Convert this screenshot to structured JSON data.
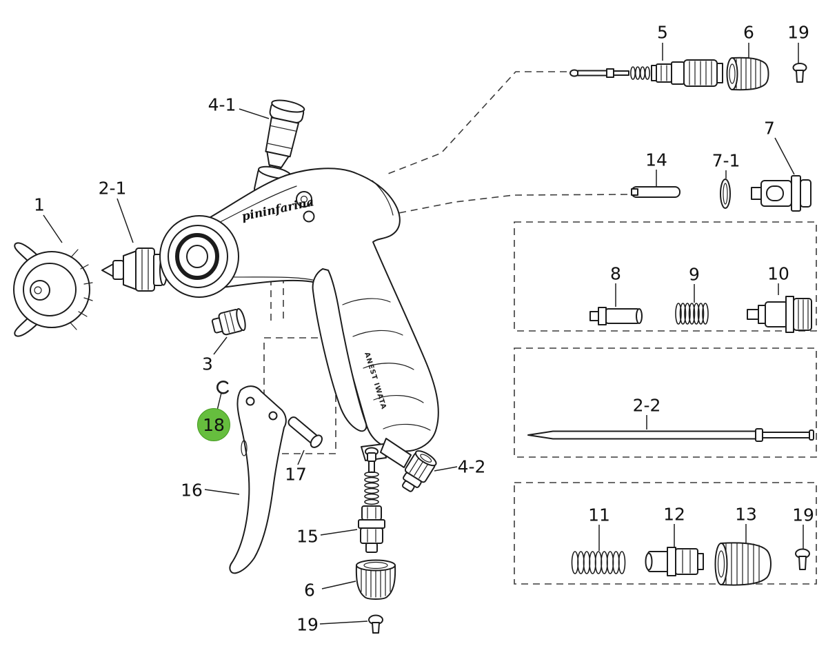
{
  "diagram": {
    "title": "Spray gun exploded parts diagram",
    "background": "#ffffff",
    "line_color": "#1c1c1c",
    "highlight_color": "#66be3e"
  },
  "gun_markings": {
    "logo_script": "pininfarina",
    "grip_text": "ANEST IWATA"
  },
  "labels": [
    {
      "text": "1"
    },
    {
      "text": "2-1"
    },
    {
      "text": "4-1"
    },
    {
      "text": "5"
    },
    {
      "text": "6"
    },
    {
      "text": "19"
    },
    {
      "text": "7"
    },
    {
      "text": "14"
    },
    {
      "text": "7-1"
    },
    {
      "text": "8"
    },
    {
      "text": "9"
    },
    {
      "text": "10"
    },
    {
      "text": "3"
    },
    {
      "text": "18",
      "highlighted": true
    },
    {
      "text": "2-2"
    },
    {
      "text": "17"
    },
    {
      "text": "16"
    },
    {
      "text": "4-2"
    },
    {
      "text": "15"
    },
    {
      "text": "11"
    },
    {
      "text": "12"
    },
    {
      "text": "13"
    },
    {
      "text": "19"
    },
    {
      "text": "6"
    },
    {
      "text": "19"
    }
  ]
}
